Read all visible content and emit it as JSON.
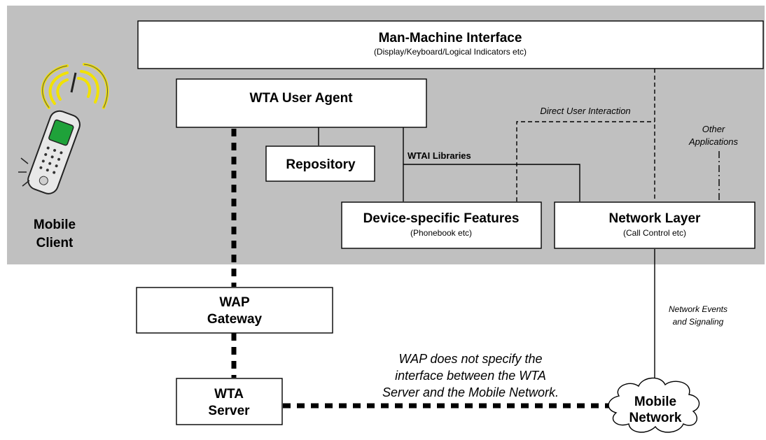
{
  "diagram": {
    "mmi": {
      "title": "Man-Machine Interface",
      "subtitle": "(Display/Keyboard/Logical Indicators etc)"
    },
    "wta_user_agent": {
      "title": "WTA User Agent"
    },
    "repository": {
      "title": "Repository"
    },
    "device_features": {
      "title": "Device-specific Features",
      "subtitle": "(Phonebook etc)"
    },
    "network_layer": {
      "title": "Network Layer",
      "subtitle": "(Call Control etc)"
    },
    "wap_gateway": {
      "line1": "WAP",
      "line2": "Gateway"
    },
    "wta_server": {
      "line1": "WTA",
      "line2": "Server"
    },
    "mobile_network": {
      "line1": "Mobile",
      "line2": "Network"
    },
    "mobile_client": {
      "line1": "Mobile",
      "line2": "Client"
    },
    "labels": {
      "direct_user_interaction": "Direct User Interaction",
      "wtai_libraries": "WTAI Libraries",
      "other_applications_1": "Other",
      "other_applications_2": "Applications",
      "network_events_1": "Network Events",
      "network_events_2": "and Signaling",
      "wap_note_1": "WAP does not specify the",
      "wap_note_2": "interface between the WTA",
      "wap_note_3": "Server and the Mobile Network."
    },
    "colors": {
      "client_area": "#c0c0c0",
      "phone_body": "#e8e8e8",
      "phone_screen": "#1fa23a",
      "signal_waves": "#f2e200"
    }
  }
}
